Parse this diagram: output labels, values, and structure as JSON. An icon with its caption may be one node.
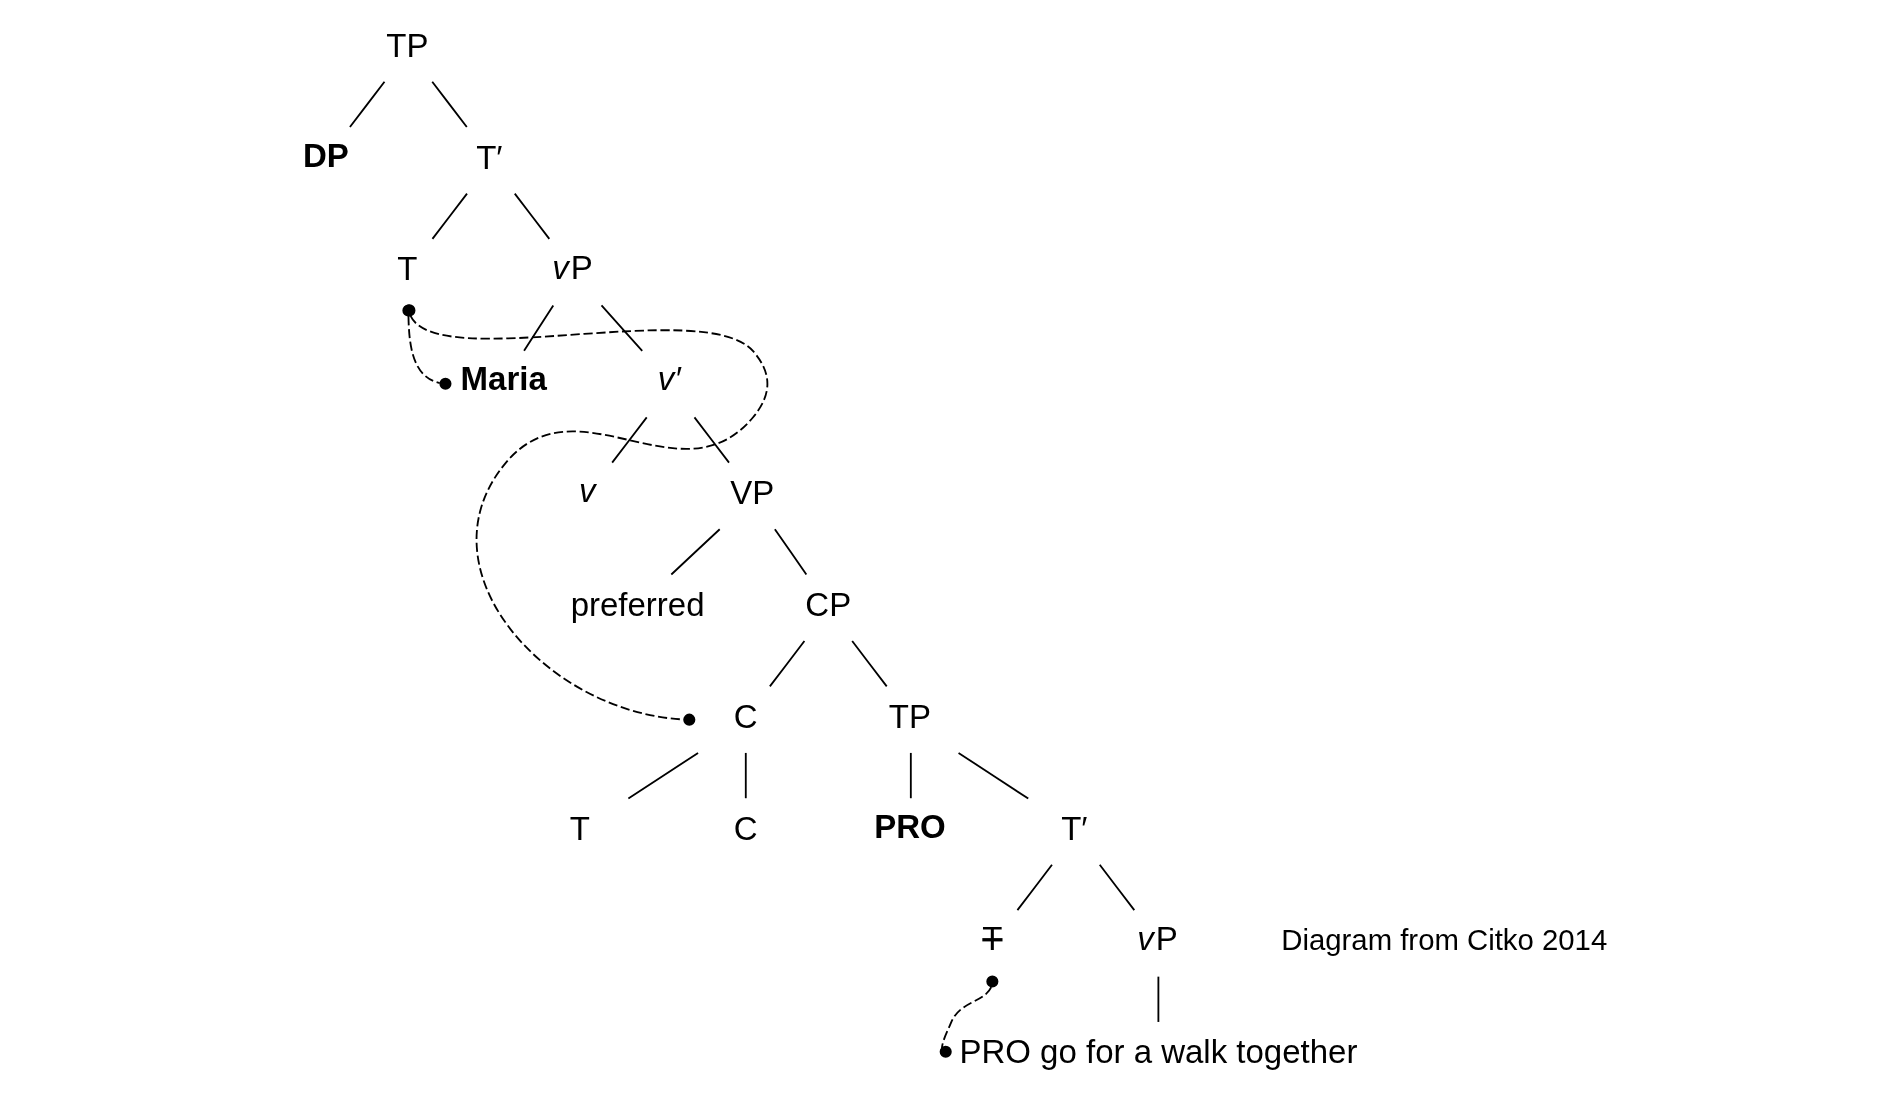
{
  "diagram": {
    "nodes": [
      {
        "text": [
          "TP"
        ]
      },
      {
        "text": [
          "DP"
        ]
      },
      {
        "text": [
          "T′"
        ]
      },
      {
        "text": [
          "T"
        ]
      },
      {
        "text": [
          "vP"
        ]
      },
      {
        "text": [
          "Maria"
        ]
      },
      {
        "text": [
          "v′"
        ]
      },
      {
        "text": [
          "v"
        ]
      },
      {
        "text": [
          "VP"
        ]
      },
      {
        "text": [
          "preferred"
        ]
      },
      {
        "text": [
          "CP"
        ]
      },
      {
        "text": [
          "C"
        ]
      },
      {
        "text": [
          "TP"
        ]
      },
      {
        "text": [
          "T"
        ]
      },
      {
        "text": [
          "C"
        ]
      },
      {
        "text": [
          "PRO"
        ]
      },
      {
        "text": [
          "T′"
        ]
      },
      {
        "text": [
          "T"
        ]
      },
      {
        "text": [
          "vP"
        ]
      },
      {
        "text": [
          "PRO go for a walk together"
        ]
      }
    ],
    "edges": [
      {
        "from": 0,
        "to": 1,
        "arrow": "none"
      },
      {
        "from": 0,
        "to": 2,
        "arrow": "none"
      },
      {
        "from": 2,
        "to": 3,
        "arrow": "none"
      },
      {
        "from": 2,
        "to": 4,
        "arrow": "none"
      },
      {
        "from": 4,
        "to": 5,
        "arrow": "none"
      },
      {
        "from": 4,
        "to": 6,
        "arrow": "none"
      },
      {
        "from": 6,
        "to": 7,
        "arrow": "none"
      },
      {
        "from": 6,
        "to": 8,
        "arrow": "none"
      },
      {
        "from": 8,
        "to": 9,
        "arrow": "none"
      },
      {
        "from": 8,
        "to": 10,
        "arrow": "none"
      },
      {
        "from": 10,
        "to": 11,
        "arrow": "none"
      },
      {
        "from": 10,
        "to": 12,
        "arrow": "none"
      },
      {
        "from": 11,
        "to": 13,
        "arrow": "none"
      },
      {
        "from": 11,
        "to": 14,
        "arrow": "none"
      },
      {
        "from": 12,
        "to": 15,
        "arrow": "none"
      },
      {
        "from": 12,
        "to": 16,
        "arrow": "none"
      },
      {
        "from": 16,
        "to": 17,
        "arrow": "none"
      },
      {
        "from": 16,
        "to": 18,
        "arrow": "none"
      },
      {
        "from": 18,
        "to": 19,
        "arrow": "none"
      },
      {
        "from": 3,
        "to": 5,
        "arrow": "other",
        "style": "dashed"
      },
      {
        "from": 3,
        "to": 11,
        "arrow": "other",
        "style": "dashed"
      },
      {
        "from": 17,
        "to": 19,
        "arrow": "other",
        "style": "dashed"
      }
    ],
    "labels": [
      "Diagram from Citko 2014"
    ]
  }
}
